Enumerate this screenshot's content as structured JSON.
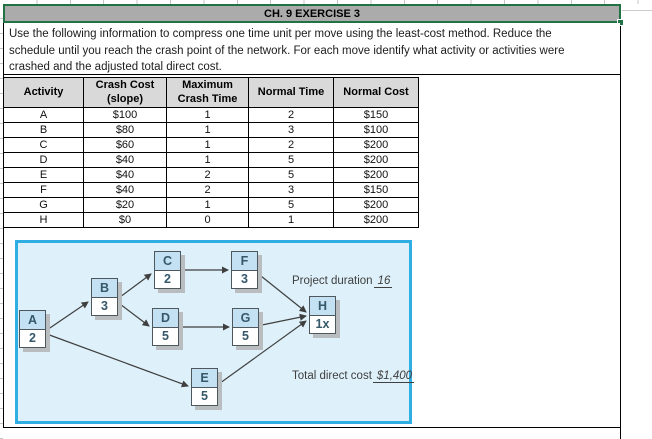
{
  "title": "CH. 9 EXERCISE 3",
  "instructions": {
    "line1": "Use the following information to compress one time unit per move using the least-cost method. Reduce the",
    "line2": "schedule until you reach the crash point of the network. For each move identify what activity or activities were",
    "line3": "crashed and the adjusted total direct cost."
  },
  "table": {
    "headers": [
      "Activity",
      "Crash Cost\n(slope)",
      "Maximum\nCrash Time",
      "Normal Time",
      "Normal Cost"
    ],
    "rows": [
      [
        "A",
        "$100",
        "1",
        "2",
        "$150"
      ],
      [
        "B",
        "$80",
        "1",
        "3",
        "$100"
      ],
      [
        "C",
        "$60",
        "1",
        "2",
        "$200"
      ],
      [
        "D",
        "$40",
        "1",
        "5",
        "$200"
      ],
      [
        "E",
        "$40",
        "2",
        "5",
        "$200"
      ],
      [
        "F",
        "$40",
        "2",
        "3",
        "$150"
      ],
      [
        "G",
        "$20",
        "1",
        "5",
        "$200"
      ],
      [
        "H",
        "$0",
        "0",
        "1",
        "$200"
      ]
    ]
  },
  "diagram": {
    "nodes": [
      {
        "id": "A",
        "duration": "2"
      },
      {
        "id": "B",
        "duration": "3"
      },
      {
        "id": "C",
        "duration": "2"
      },
      {
        "id": "D",
        "duration": "5"
      },
      {
        "id": "E",
        "duration": "5"
      },
      {
        "id": "F",
        "duration": "3"
      },
      {
        "id": "G",
        "duration": "5"
      },
      {
        "id": "H",
        "duration": "1x"
      }
    ],
    "edges": [
      [
        "A",
        "B"
      ],
      [
        "A",
        "E"
      ],
      [
        "B",
        "C"
      ],
      [
        "B",
        "D"
      ],
      [
        "C",
        "F"
      ],
      [
        "D",
        "G"
      ],
      [
        "F",
        "H"
      ],
      [
        "G",
        "H"
      ],
      [
        "E",
        "H"
      ]
    ],
    "duration_label": "Project duration",
    "duration_value": "16",
    "cost_label": "Total direct cost",
    "cost_value": "$1,400"
  },
  "colors": {
    "selection_green": "#217346",
    "title_fill": "#ababab",
    "table_header_fill": "#d9d9d9",
    "diagram_border": "#2faee3",
    "diagram_fill": "#def0f9",
    "node_letter_fill": "#c3e1f3",
    "arrow": "#3f3f3f"
  }
}
